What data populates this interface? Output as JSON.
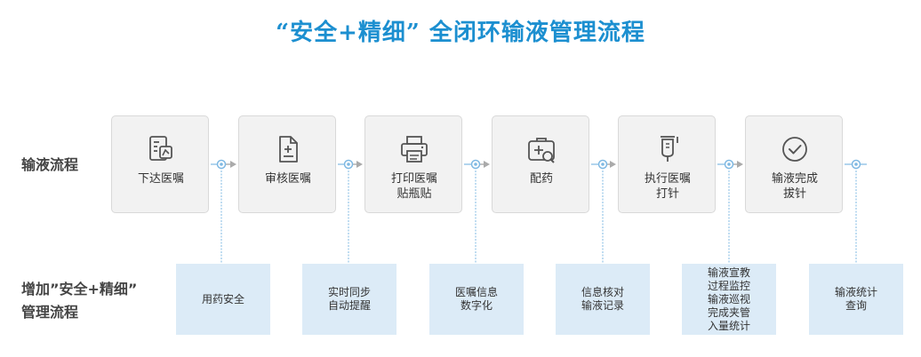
{
  "title": "“安全+精细” 全闭环输液管理流程",
  "row_labels": {
    "infusion": "输液流程",
    "added_line1": "增加”安全+精细”",
    "added_line2": "管理流程"
  },
  "steps": [
    {
      "label": "下达医嘱",
      "icon": "document-edit-icon"
    },
    {
      "label": "审核医嘱",
      "icon": "file-plus-icon"
    },
    {
      "label": "打印医嘱\n贴瓶贴",
      "icon": "printer-icon"
    },
    {
      "label": "配药",
      "icon": "medical-kit-search-icon"
    },
    {
      "label": "执行医嘱\n打针",
      "icon": "infusion-bag-icon"
    },
    {
      "label": "输液完成\n拔针",
      "icon": "check-circle-icon"
    }
  ],
  "notes": [
    "用药安全",
    "实时同步\n自动提醒",
    "医嘱信息\n数字化",
    "信息核对\n输液记录",
    "输液宣教\n过程监控\n输液巡视\n完成夹管\n入量统计",
    "输液统计\n查询"
  ],
  "colors": {
    "title": "#1c8fd0",
    "note_bg": "#dcebf7",
    "step_bg": "#f2f2f2",
    "connector": "#7fb9e3",
    "arrow": "#aaaaaa"
  }
}
